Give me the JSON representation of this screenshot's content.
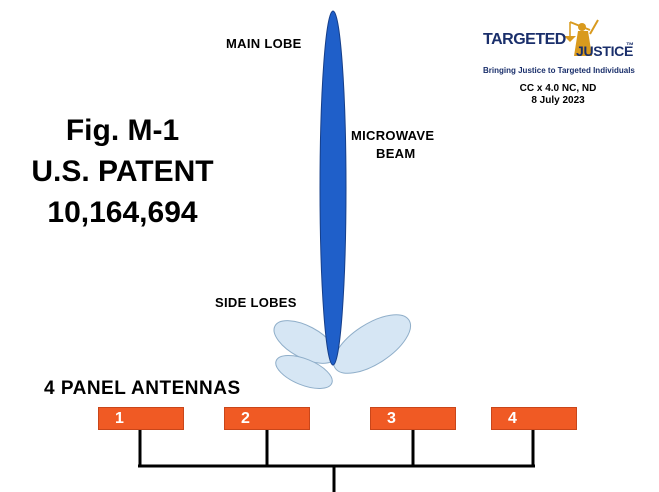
{
  "figure": {
    "title_line1": "Fig. M-1",
    "title_line2": "U.S. PATENT",
    "title_line3": "10,164,694"
  },
  "labels": {
    "main_lobe": "MAIN  LOBE",
    "microwave_beam_line1": "MICROWAVE",
    "microwave_beam_line2": "BEAM",
    "side_lobes": "SIDE  LOBES",
    "panel_antennas": "4  PANEL  ANTENNAS"
  },
  "panels": [
    {
      "label": "1"
    },
    {
      "label": "2"
    },
    {
      "label": "3"
    },
    {
      "label": "4"
    }
  ],
  "logo": {
    "brand_word1": "TARGETED",
    "brand_word2": "JUSTICE",
    "trademark": "™",
    "tagline": "Bringing Justice to Targeted Individuals",
    "license": "CC x 4.0 NC, ND",
    "date": "8 July 2023"
  },
  "colors": {
    "main_lobe": "#1f5fc9",
    "side_lobe": "#d6e6f4",
    "panel": "#f05a24",
    "logo_navy": "#1a2f6b",
    "logo_gold": "#d99a1e"
  }
}
